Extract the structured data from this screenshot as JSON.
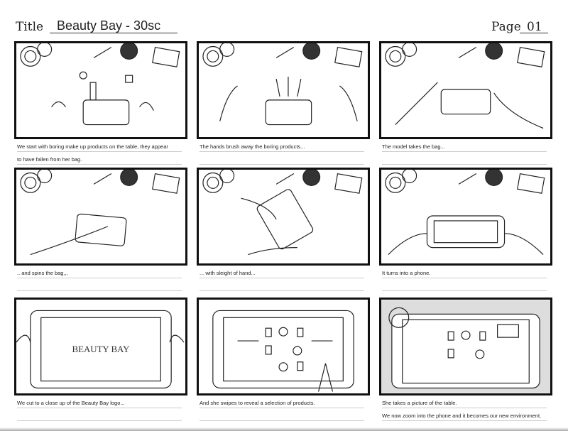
{
  "header": {
    "title_label": "Title",
    "title_value": "Beauty Bay - 30sc",
    "page_label": "Page",
    "page_value": "01"
  },
  "panels": [
    {
      "caption": [
        "We start with boring make up products on the table, they appear",
        "to have fallen from her bag."
      ]
    },
    {
      "caption": [
        "The hands brush away the boring products...",
        ""
      ]
    },
    {
      "caption": [
        "The model takes the bag...",
        ""
      ]
    },
    {
      "caption": [
        ".. and spins the bag,,,",
        ""
      ]
    },
    {
      "caption": [
        "... with sleight of hand...",
        ""
      ]
    },
    {
      "caption": [
        "It turns into a phone.",
        ""
      ]
    },
    {
      "caption": [
        "We cut to a close up of the Beauty Bay logo...",
        ""
      ],
      "logo_text": "BEAUTY BAY"
    },
    {
      "caption": [
        "And she swipes to reveal a selection of products.",
        ""
      ]
    },
    {
      "caption": [
        "She takes a picture of the table.",
        "We now zoom into the phone and it becomes our new environment."
      ]
    }
  ]
}
